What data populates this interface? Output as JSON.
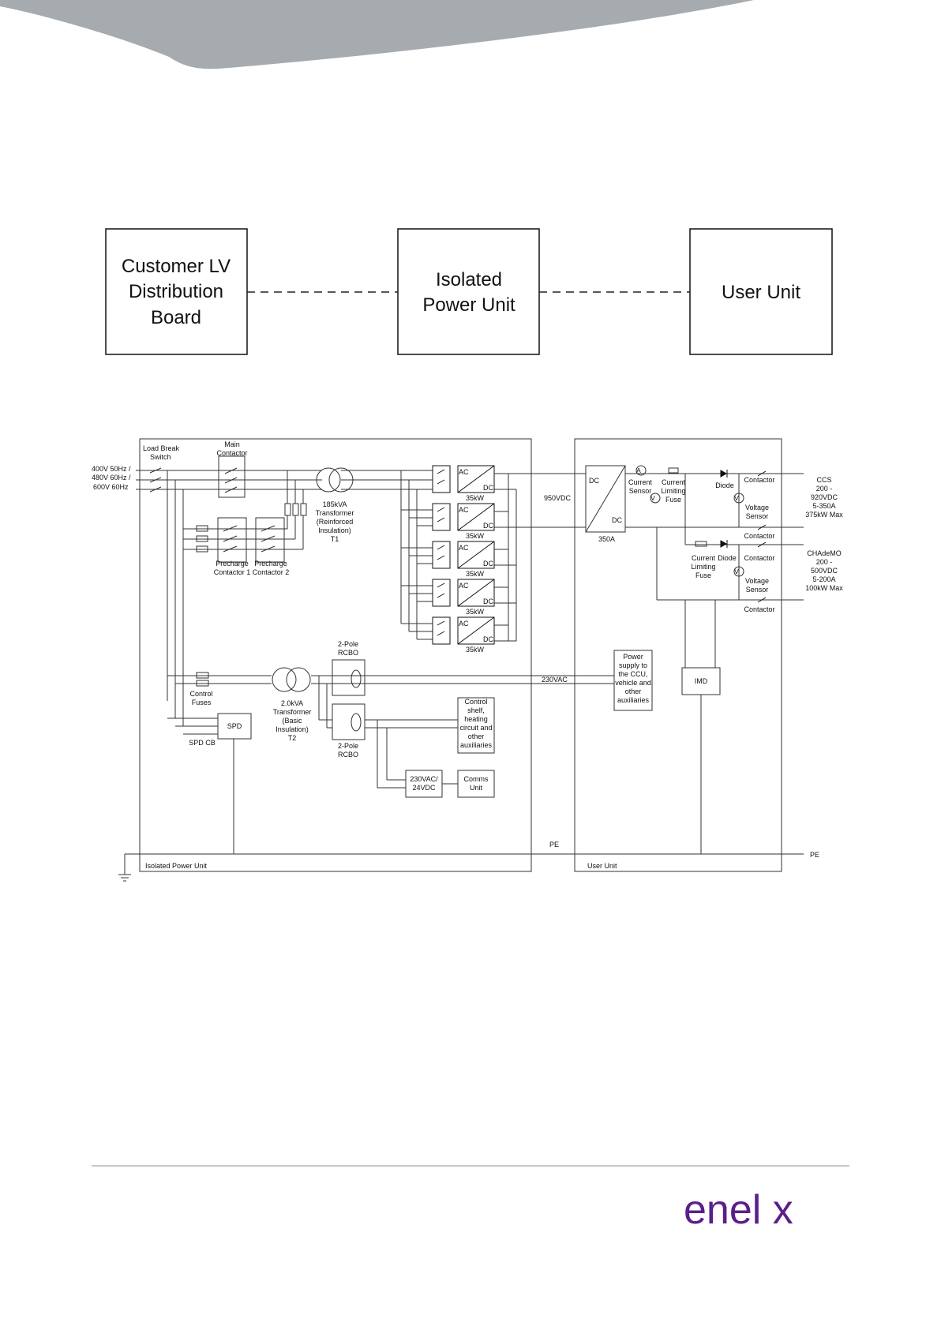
{
  "block_diagram": {
    "boxes": [
      {
        "id": "customer",
        "lines": [
          "Customer LV",
          "Distribution",
          "Board"
        ]
      },
      {
        "id": "isolated",
        "lines": [
          "Isolated",
          "Power Unit"
        ]
      },
      {
        "id": "user",
        "lines": [
          "User Unit"
        ]
      }
    ]
  },
  "schematic": {
    "supply_labels": [
      "400V 50Hz /",
      "480V 60Hz /",
      "600V 60Hz"
    ],
    "load_break_switch": [
      "Load Break",
      "Switch"
    ],
    "main_contactor": [
      "Main",
      "Contactor"
    ],
    "transformer_t1": [
      "185kVA",
      "Transformer",
      "(Reinforced",
      "Insulation)",
      "T1"
    ],
    "precharge_1": [
      "Precharge",
      "Contactor 1"
    ],
    "precharge_2": [
      "Precharge",
      "Contactor 2"
    ],
    "converter_ac": "AC",
    "converter_dc": "DC",
    "converter_power": "35kW",
    "dc_bus_voltage": "950VDC",
    "isolated_unit_label": "Isolated Power Unit",
    "user_unit_label": "User Unit",
    "dc_dc_in": "DC",
    "dc_dc_out": "DC",
    "dc_dc_current": "350A",
    "current_sensor": [
      "Current",
      "Sensor"
    ],
    "current_limiting_fuse": [
      "Current",
      "Limiting",
      "Fuse"
    ],
    "diode": "Diode",
    "contactor": "Contactor",
    "voltage_sensor": [
      "Voltage",
      "Sensor"
    ],
    "ammeter_symbol": "A",
    "voltmeter_symbol": "V",
    "ccs_output": [
      "CCS",
      "200 -",
      "920VDC",
      "5-350A",
      "375kW Max"
    ],
    "chademo_output": [
      "CHAdeMO",
      "200 -",
      "500VDC",
      "5-200A",
      "100kW Max"
    ],
    "rcbo_1": [
      "2-Pole",
      "RCBO"
    ],
    "rcbo_2": [
      "2-Pole",
      "RCBO"
    ],
    "transformer_t2": [
      "2.0kVA",
      "Transformer",
      "(Basic",
      "Insulation)",
      "T2"
    ],
    "control_fuses": [
      "Control",
      "Fuses"
    ],
    "spd": "SPD",
    "spd_cb": "SPD CB",
    "aux_voltage": "230VAC",
    "power_supply_box": [
      "Power",
      "supply to",
      "the CCU,",
      "vehicle and",
      "other",
      "auxiliaries"
    ],
    "imd": "IMD",
    "control_shelf_box": [
      "Control",
      "shelf,",
      "heating",
      "circuit and",
      "other",
      "auxiliaries"
    ],
    "psu_box": [
      "230VAC/",
      "24VDC"
    ],
    "comms_box": [
      "Comms",
      "Unit"
    ],
    "pe_label": "PE"
  },
  "footer": {
    "logo_text": "enel x",
    "brand_color": "#5a1f8a"
  },
  "colors": {
    "header_band": "#a6abb0"
  }
}
